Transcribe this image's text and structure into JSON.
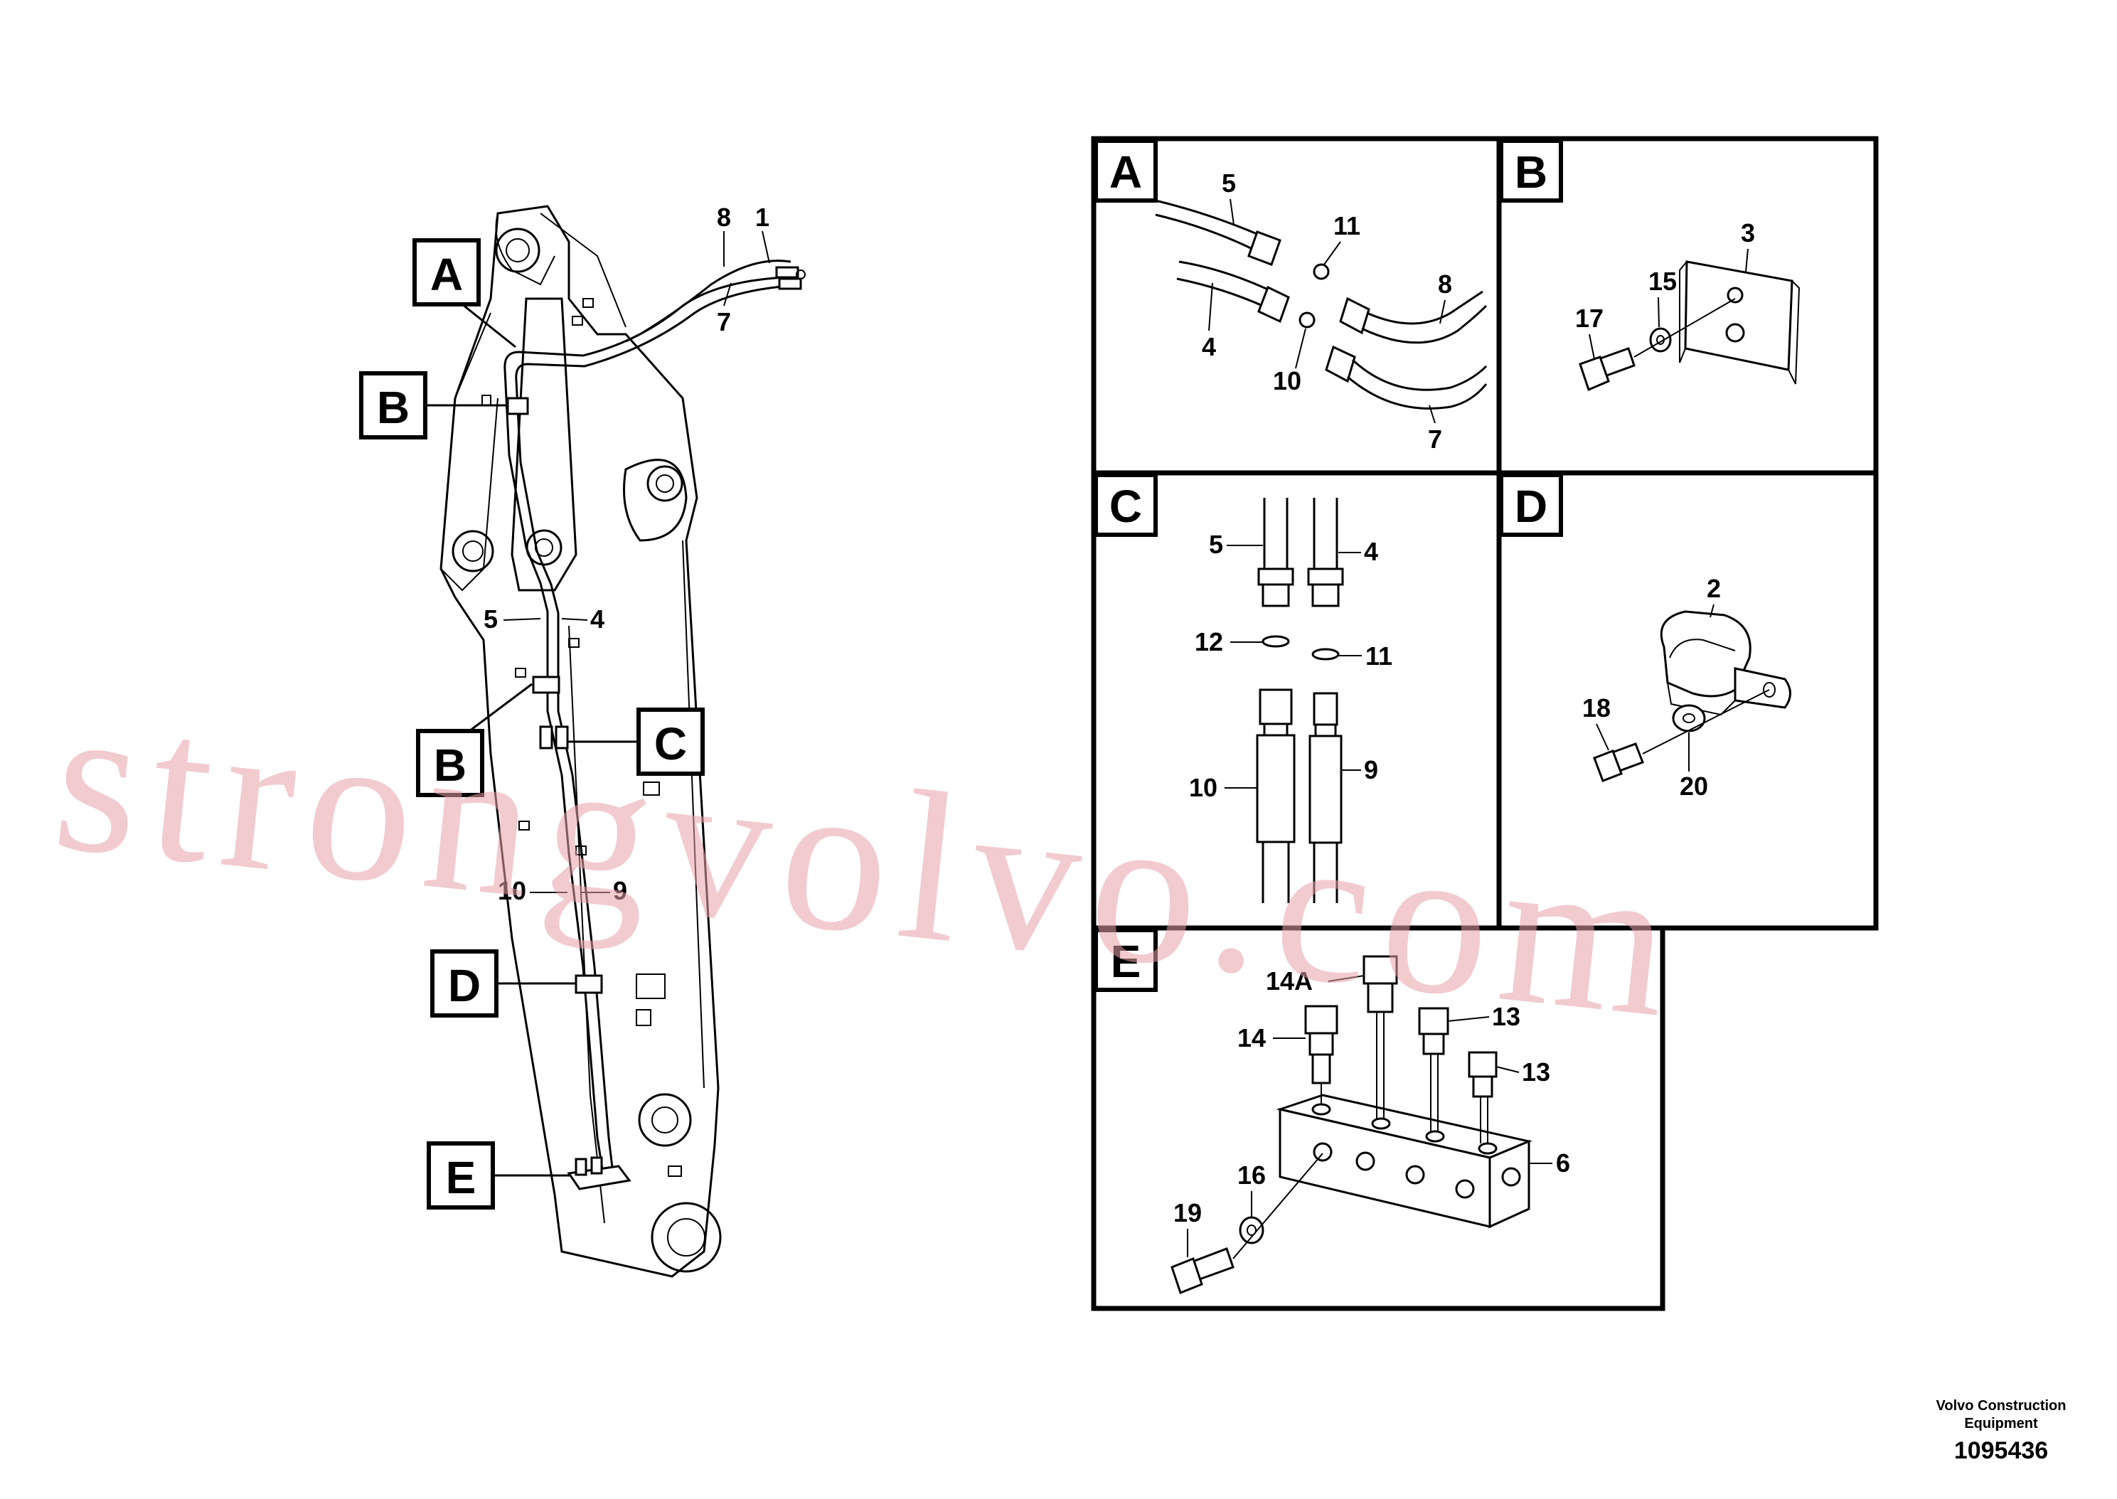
{
  "boom": {
    "callouts": [
      "A",
      "B",
      "B",
      "C",
      "D",
      "E"
    ],
    "numbers": [
      "8",
      "1",
      "7",
      "5",
      "4",
      "10",
      "9"
    ]
  },
  "panels": {
    "A": {
      "label": "A",
      "numbers": [
        "5",
        "11",
        "8",
        "4",
        "10",
        "7"
      ]
    },
    "B": {
      "label": "B",
      "numbers": [
        "3",
        "15",
        "17"
      ]
    },
    "C": {
      "label": "C",
      "numbers": [
        "5",
        "4",
        "12",
        "11",
        "10",
        "9"
      ]
    },
    "D": {
      "label": "D",
      "numbers": [
        "2",
        "18",
        "20"
      ]
    },
    "E": {
      "label": "E",
      "numbers": [
        "14A",
        "14",
        "13",
        "13",
        "16",
        "6",
        "19"
      ]
    }
  },
  "watermark": "strongvolvo.com",
  "footer": {
    "company_line1": "Volvo Construction",
    "company_line2": "Equipment",
    "drawing_number": "1095436"
  }
}
